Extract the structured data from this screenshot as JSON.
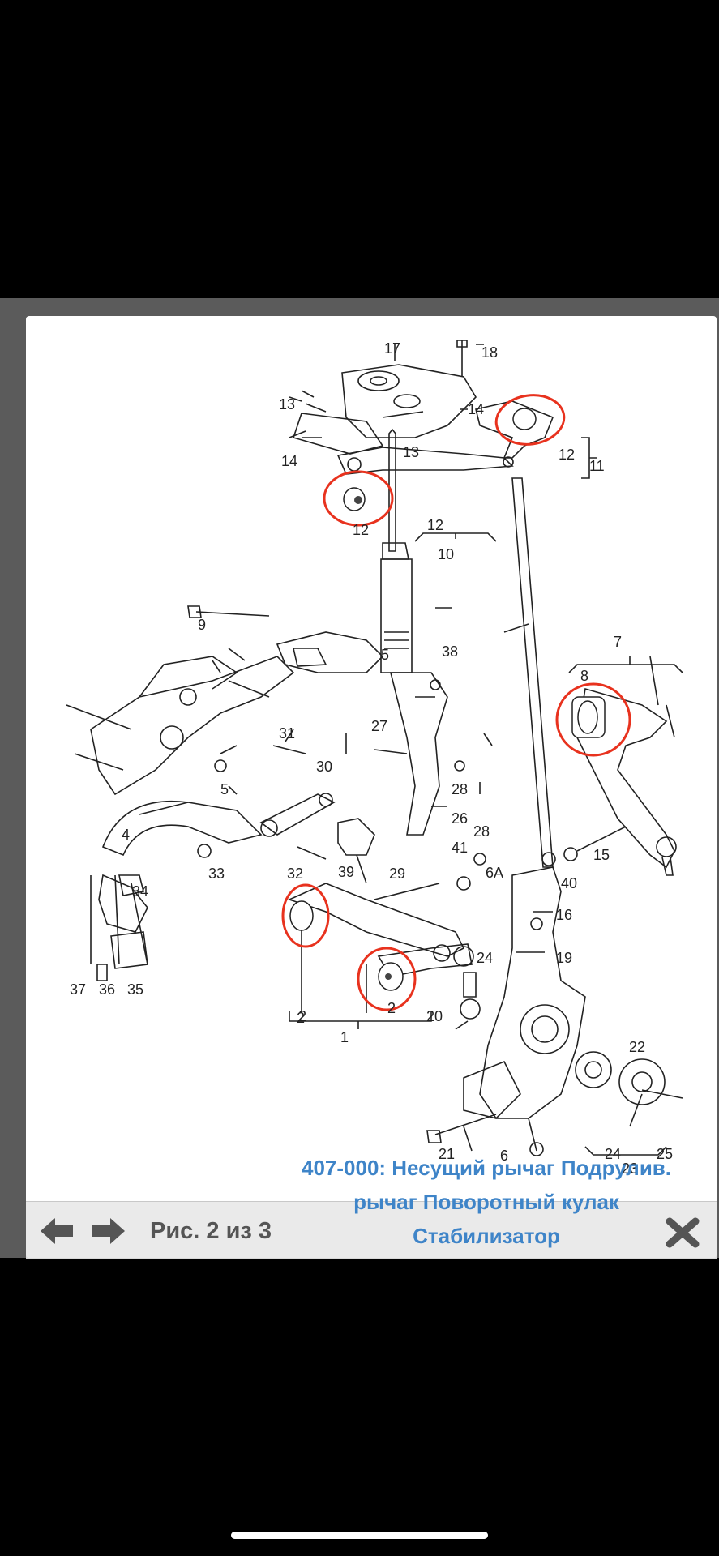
{
  "toolbar": {
    "counter": "Рис. 2 из 3",
    "prev_icon": "arrow-left-icon",
    "next_icon": "arrow-right-icon",
    "close_icon": "close-x-icon"
  },
  "figure": {
    "caption": "407-000: Несущий рычаг Подрулив. рычаг Поворотный кулак Стабилизатор",
    "highlight_color": "#e8321e",
    "caption_color": "#3e84c8",
    "labels": {
      "l17": "17",
      "l18": "18",
      "l13a": "13",
      "l14a": "14",
      "l13b": "13",
      "l14b": "14",
      "l12a": "12",
      "l11": "11",
      "l12b": "12",
      "l12c": "12",
      "l10": "10",
      "l9": "9",
      "l5a": "5",
      "l38": "38",
      "l7": "7",
      "l8": "8",
      "l27": "27",
      "l31": "31",
      "l30": "30",
      "l5b": "5",
      "l28a": "28",
      "l26": "26",
      "l4": "4",
      "l41": "41",
      "l28b": "28",
      "l15": "15",
      "l33": "33",
      "l32": "32",
      "l39": "39",
      "l29": "29",
      "l6a": "6A",
      "l40": "40",
      "l34": "34",
      "l16": "16",
      "l2a": "2",
      "l19": "19",
      "l24a": "24",
      "l37": "37",
      "l36": "36",
      "l35": "35",
      "l2b": "2",
      "l20": "20",
      "l2c": "2",
      "l1": "1",
      "l22": "22",
      "l21": "21",
      "l6": "6",
      "l24b": "24",
      "l25": "25",
      "l23": "23"
    }
  }
}
